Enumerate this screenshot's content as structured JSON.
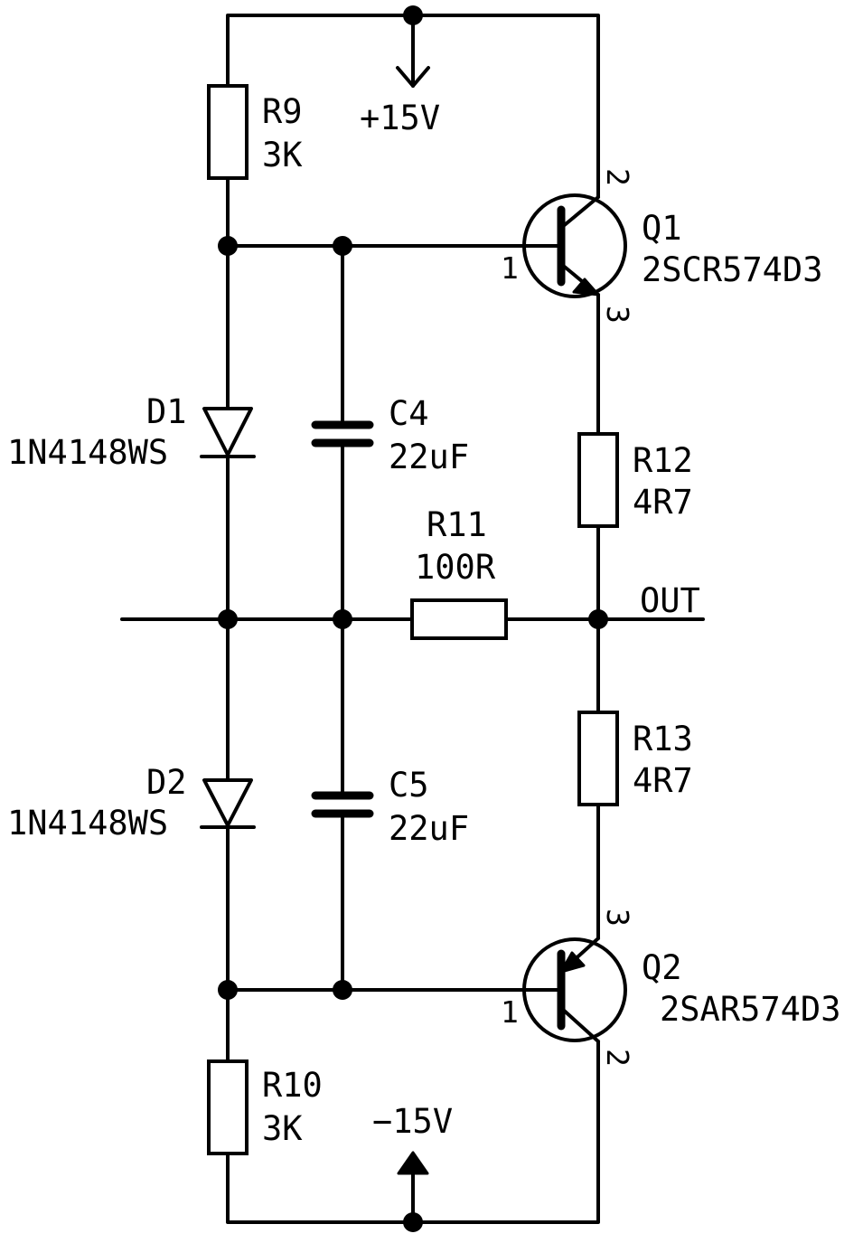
{
  "power": {
    "positive": "+15V",
    "negative": "−15V"
  },
  "net": {
    "output": "OUT"
  },
  "resistors": {
    "r9": {
      "ref": "R9",
      "value": "3K"
    },
    "r10": {
      "ref": "R10",
      "value": "3K"
    },
    "r11": {
      "ref": "R11",
      "value": "100R"
    },
    "r12": {
      "ref": "R12",
      "value": "4R7"
    },
    "r13": {
      "ref": "R13",
      "value": "4R7"
    }
  },
  "capacitors": {
    "c4": {
      "ref": "C4",
      "value": "22uF"
    },
    "c5": {
      "ref": "C5",
      "value": "22uF"
    }
  },
  "diodes": {
    "d1": {
      "ref": "D1",
      "value": "1N4148WS"
    },
    "d2": {
      "ref": "D2",
      "value": "1N4148WS"
    }
  },
  "transistors": {
    "q1": {
      "ref": "Q1",
      "value": "2SCR574D3",
      "pin_base": "1",
      "pin_collector": "2",
      "pin_emitter": "3"
    },
    "q2": {
      "ref": "Q2",
      "value": "2SAR574D3",
      "pin_base": "1",
      "pin_collector": "2",
      "pin_emitter": "3"
    }
  }
}
